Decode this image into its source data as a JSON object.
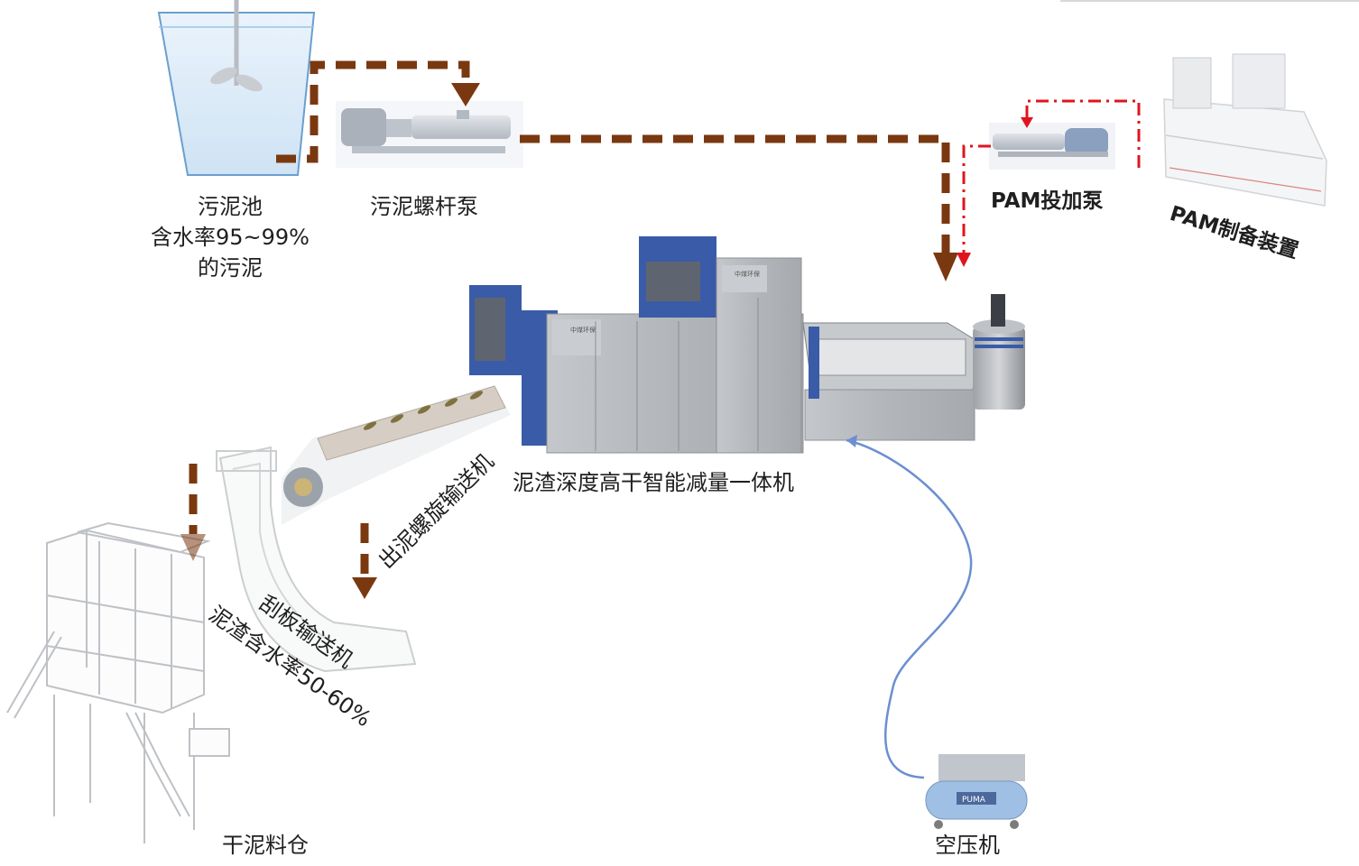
{
  "labels": {
    "sludge_pool": [
      "污泥池",
      "含水率95~99%",
      "的污泥"
    ],
    "screw_pump": "污泥螺杆泵",
    "pam_pump": "PAM投加泵",
    "pam_prep": "PAM制备装置",
    "main_machine": "泥渣深度高干智能减量一体机",
    "screw_conveyor": "出泥螺旋输送机",
    "scraper_conveyor": "刮板输送机",
    "moisture_out": "泥渣含水率50-60%",
    "silo": "干泥料仓",
    "compressor": "空压机"
  },
  "machine_plates": [
    "中煤环保",
    "中煤环保"
  ],
  "compressor_brand": "PUMA",
  "colors": {
    "sludge_flow": "#7a3810",
    "pam_flow": "#e0141e",
    "air_flow": "#6b8fd0",
    "machine_blue": "#3a5ba8",
    "machine_grey": "#b9bcc0",
    "faded_outline": "#9aa0a6"
  }
}
